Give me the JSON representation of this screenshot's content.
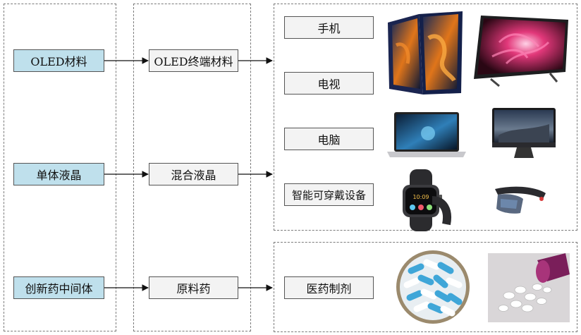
{
  "column1": [
    "OLED材料",
    "单体液晶",
    "创新药中间体"
  ],
  "column2": [
    "OLED终端材料",
    "混合液晶",
    "原料药"
  ],
  "display_products": [
    "手机",
    "电视",
    "电脑",
    "智能可穿戴设备"
  ],
  "pharma_products": [
    "医药制剂"
  ],
  "icons": {
    "phone": "foldable-phone-icon",
    "tv": "television-icon",
    "laptop": "laptop-icon",
    "desktop": "desktop-computer-icon",
    "watch": "smartwatch-icon",
    "headset": "ar-headset-icon",
    "capsules": "capsules-icon",
    "tablets": "pill-bottle-tablets-icon"
  },
  "colors": {
    "source_box": "#bfe0ec",
    "target_box": "#f3f3f3"
  }
}
